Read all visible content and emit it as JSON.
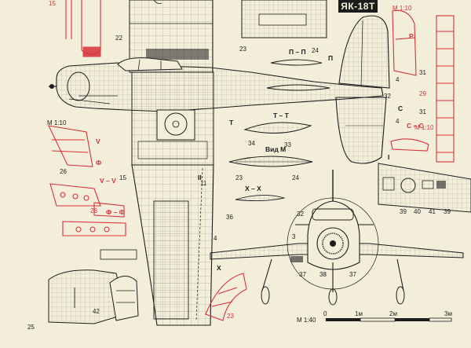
{
  "title": "ЯК-18Т",
  "page_number": "25",
  "colors": {
    "paper": "#f3eed9",
    "ink": "#1d1d1d",
    "accent_red": "#d8313b"
  },
  "section_labels": {
    "p_p": "П – П",
    "p": "П",
    "t_t": "Т – Т",
    "t": "Т",
    "vid_m": "Вид М",
    "x_x": "X – X",
    "x": "X",
    "v_v": "V – V",
    "v": "V",
    "f": "Ф",
    "f_f": "Ф – Ф",
    "c": "С",
    "c_c": "С – С",
    "r": "Р",
    "l": "I",
    "ii": "II"
  },
  "scale_tags": {
    "m110_a": "M 1:10",
    "m110_b": "M 1:10",
    "m110_c": "M 1:10",
    "m140": "M 1:40"
  },
  "callouts": {
    "n15": "15",
    "n22": "22",
    "n23a": "23",
    "n24a": "24",
    "n4a": "4",
    "n32a": "32",
    "n31a": "31",
    "n29": "29",
    "n31b": "31",
    "n4b": "4",
    "n34": "34",
    "n33": "33",
    "n23b": "23",
    "n24b": "24",
    "n26a": "26",
    "n26b": "26",
    "n15b": "15",
    "n11": "11",
    "n36": "36",
    "n4c": "4",
    "n39a": "39",
    "n40": "40",
    "n41": "41",
    "n39b": "39",
    "n32b": "32",
    "n3": "3",
    "n37a": "37",
    "n38": "38",
    "n37b": "37",
    "n42": "42",
    "n23c": "23",
    "n25": "25"
  },
  "scale_bar": {
    "label": "M 1:40",
    "ticks": [
      "0",
      "1м",
      "2м",
      "3м"
    ]
  }
}
